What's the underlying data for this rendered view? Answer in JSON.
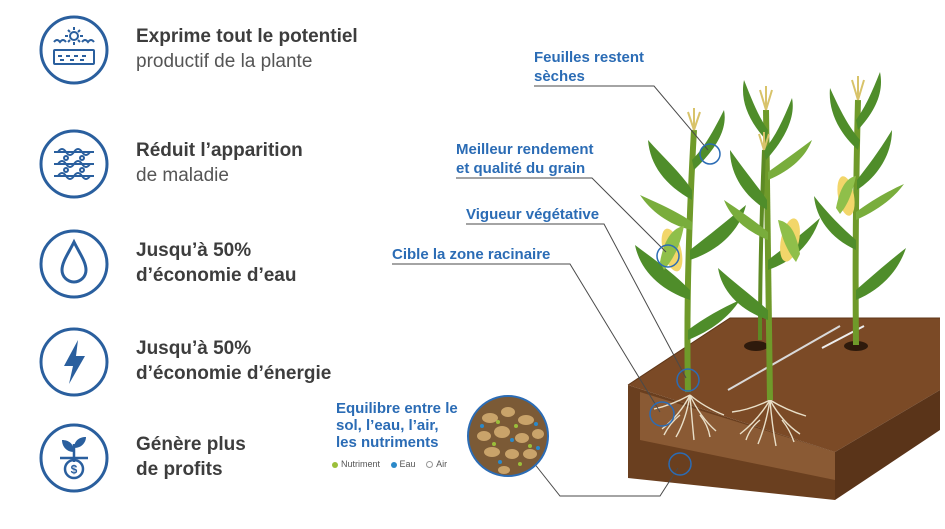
{
  "benefits": [
    {
      "icon": "sun-field-icon",
      "bold": "Exprime tout le potentiel",
      "light": "productif de la plante"
    },
    {
      "icon": "leaf-pattern-icon",
      "bold": "Réduit l’apparition",
      "light": "de maladie"
    },
    {
      "icon": "water-drop-icon",
      "bold": "Jusqu’à 50%",
      "bold2": "d’économie d’eau"
    },
    {
      "icon": "lightning-icon",
      "bold": "Jusqu’à 50%",
      "bold2": "d’économie d’énergie"
    },
    {
      "icon": "plant-money-icon",
      "bold": "Génère plus",
      "bold2": "de profits"
    }
  ],
  "callouts": {
    "leaves": [
      "Feuilles restent",
      "sèches"
    ],
    "yield": [
      "Meilleur rendement",
      "et qualité du grain"
    ],
    "vigor": "Vigueur végétative",
    "root_zone": "Cible la zone racinaire",
    "balance": [
      "Equilibre entre le",
      "sol, l’eau, l’air,",
      "les nutriments"
    ]
  },
  "legend": {
    "nutrient": "Nutriment",
    "water": "Eau",
    "air": "Air"
  },
  "colors": {
    "accent_blue": "#2b6cb5",
    "icon_blue": "#2a5f9e",
    "nutrient_green": "#9bbf3a",
    "water_blue": "#2b89c9",
    "soil_brown": "#7b4a26"
  }
}
